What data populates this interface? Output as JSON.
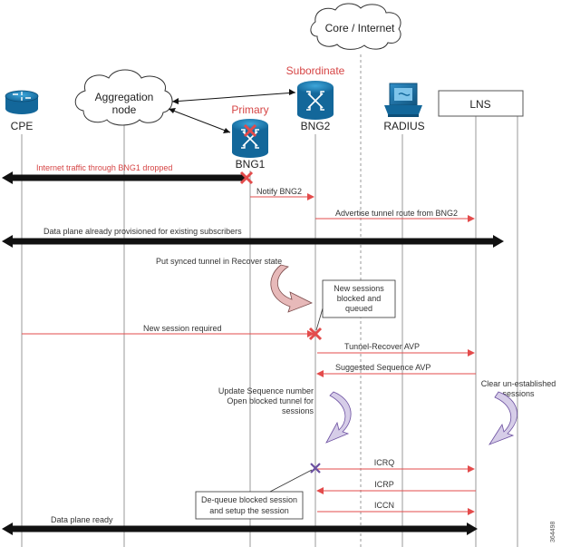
{
  "nodes": {
    "core": "Core / Internet",
    "aggregation_line1": "Aggregation",
    "aggregation_line2": "node",
    "cpe": "CPE",
    "subordinate": "Subordinate",
    "bng2": "BNG2",
    "primary": "Primary",
    "bng1": "BNG1",
    "radius": "RADIUS",
    "lns": "LNS"
  },
  "messages": {
    "internet_dropped": "Internet traffic through BNG1 dropped",
    "notify_bng2": "Notify BNG2",
    "advertise": "Advertise tunnel route from BNG2",
    "data_plane_provisioned": "Data plane already provisioned for existing subscribers",
    "put_synced": "Put synced tunnel in Recover state",
    "new_session": "New session required",
    "tunnel_recover": "Tunnel-Recover AVP",
    "suggested_seq": "Suggested Sequence AVP",
    "icrq": "ICRQ",
    "icrp": "ICRP",
    "iccn": "ICCN",
    "data_plane_ready": "Data plane ready"
  },
  "notes": {
    "blocked": [
      "New sessions",
      "blocked and",
      "queued"
    ],
    "update_seq": [
      "Update Sequence number",
      "Open blocked tunnel for",
      "sessions"
    ],
    "clear": [
      "Clear un-established",
      "sessions"
    ],
    "dequeue": [
      "De-queue blocked session",
      "and setup the session"
    ]
  },
  "figure_id": "364498",
  "colors": {
    "router": "#1a7fb5",
    "accent_red": "#e34b4b",
    "purple": "#6b4fa0",
    "arrow_pink": "#e7b9b9",
    "arrow_lavender": "#d6cde8"
  }
}
